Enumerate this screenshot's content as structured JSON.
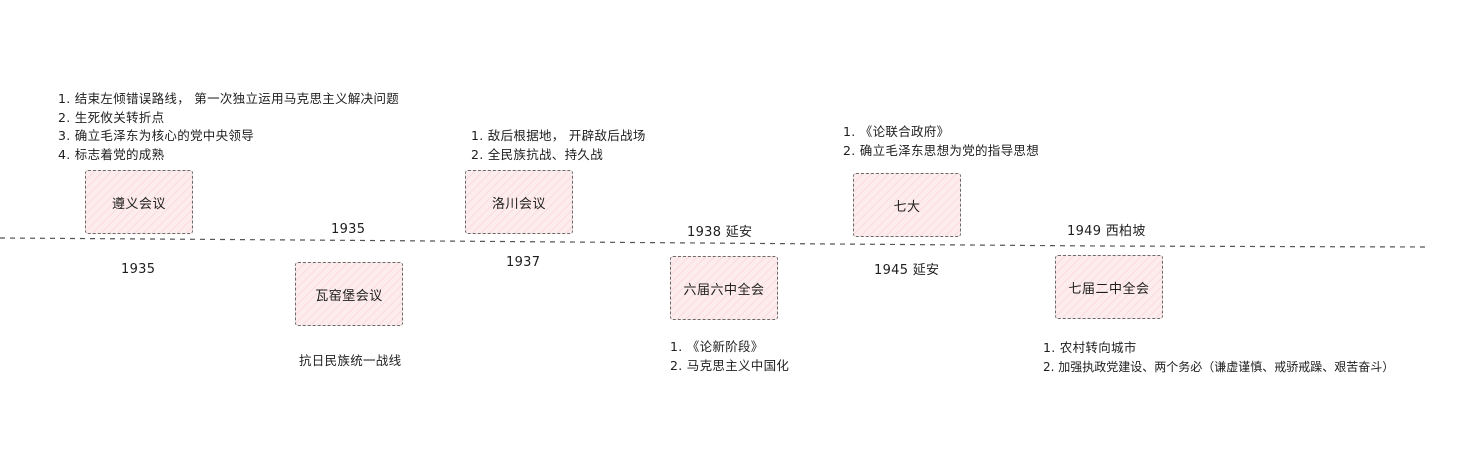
{
  "events": {
    "zunyi": {
      "title": "遵义会议",
      "date": "1935",
      "notes": [
        "1. 结束左倾错误路线， 第一次独立运用马克思主义解决问题",
        "2. 生死攸关转折点",
        "3. 确立毛泽东为核心的党中央领导",
        "4. 标志着党的成熟"
      ]
    },
    "wayaobao": {
      "title": "瓦窑堡会议",
      "date": "1935",
      "note": "抗日民族统一战线"
    },
    "luochuan": {
      "title": "洛川会议",
      "date": "1937",
      "notes": [
        "1. 敌后根据地， 开辟敌后战场",
        "2. 全民族抗战、持久战"
      ]
    },
    "liuzhong": {
      "title": "六届六中全会",
      "date": "1938 延安",
      "notes": [
        "1. 《论新阶段》",
        "2. 马克思主义中国化"
      ]
    },
    "qida": {
      "title": "七大",
      "date": "1945 延安",
      "notes": [
        "1. 《论联合政府》",
        "2. 确立毛泽东思想为党的指导思想"
      ]
    },
    "qierzhong": {
      "title": "七届二中全会",
      "date": "1949 西柏坡",
      "notes": [
        "1. 农村转向城市",
        "2. 加强执政党建设、两个务必（谦虚谨慎、戒骄戒躁、艰苦奋斗）"
      ]
    }
  }
}
